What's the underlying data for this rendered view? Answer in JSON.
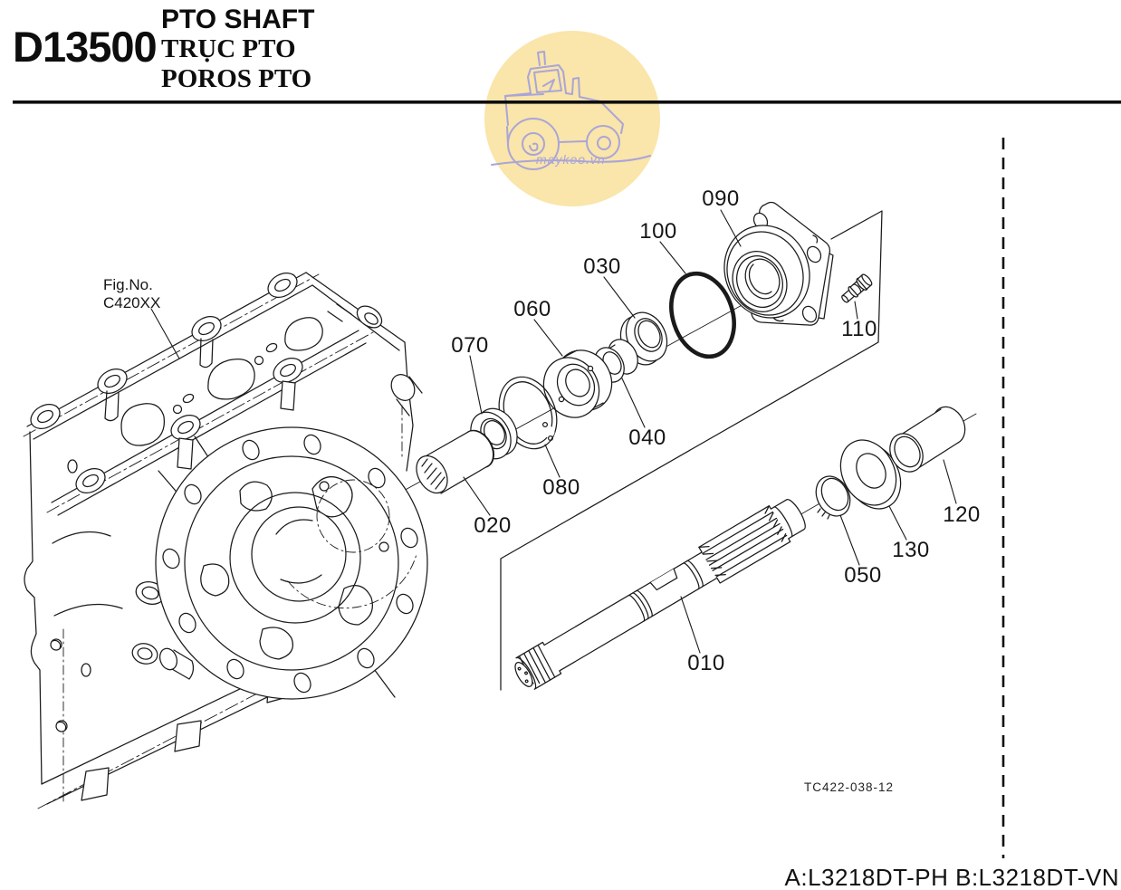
{
  "header": {
    "code": "D13500",
    "titles": [
      "PTO SHAFT",
      "TRỤC PTO",
      "POROS PTO"
    ]
  },
  "figure": {
    "fig_no_label": "Fig.No.",
    "fig_no": "C420XX",
    "drawing_code": "TC422-038-12"
  },
  "watermark": {
    "text": "maykeo.vn"
  },
  "callouts": {
    "c010": "010",
    "c020": "020",
    "c030": "030",
    "c040": "040",
    "c050": "050",
    "c060": "060",
    "c070": "070",
    "c080": "080",
    "c090": "090",
    "c100": "100",
    "c110": "110",
    "c120": "120",
    "c130": "130"
  },
  "footer": {
    "models": "A:L3218DT-PH B:L3218DT-VN"
  },
  "colors": {
    "line": "#1a1a1a",
    "watermark_bg": "#fae5aa",
    "watermark_line": "#a9a5d8"
  }
}
